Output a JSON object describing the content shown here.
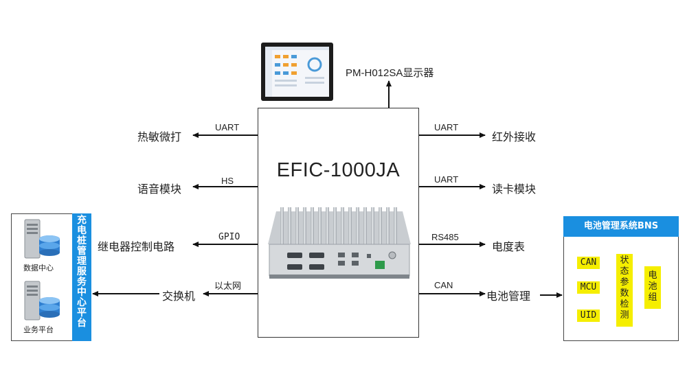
{
  "main_device": {
    "title": "EFIC-1000JA"
  },
  "display": {
    "label": "PM-H012SA显示器"
  },
  "left_connections": [
    {
      "port": "UART",
      "device": "热敏微打"
    },
    {
      "port": "HS",
      "device": "语音模块"
    },
    {
      "port": "GPIO",
      "device": "继电器控制电路"
    },
    {
      "port": "以太网",
      "device": "交换机"
    }
  ],
  "right_connections": [
    {
      "port": "UART",
      "device": "红外接收"
    },
    {
      "port": "UART",
      "device": "读卡模块"
    },
    {
      "port": "RS485",
      "device": "电度表"
    },
    {
      "port": "CAN",
      "device": "电池管理"
    }
  ],
  "service_platform": {
    "title": "充电桩管理服务中心平台",
    "servers": [
      {
        "label": "数据中心"
      },
      {
        "label": "业务平台"
      }
    ]
  },
  "bms": {
    "title": "电池管理系统BNS",
    "chips": [
      "CAN",
      "MCU",
      "UID"
    ],
    "state_param": "状态参数检测",
    "battery": "电池组"
  },
  "colors": {
    "accent_blue": "#1a8fe0",
    "chip_yellow": "#f5ee00",
    "line": "#111111"
  }
}
